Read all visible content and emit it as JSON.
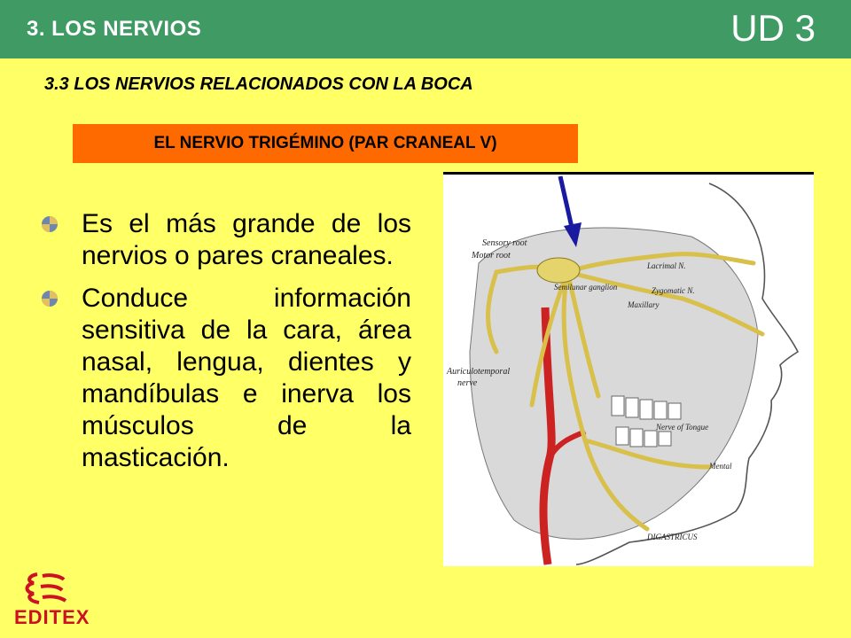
{
  "header": {
    "title": "3. LOS NERVIOS",
    "unit": "UD 3"
  },
  "subtitle": "3.3 LOS NERVIOS RELACIONADOS CON LA BOCA",
  "section_title": "EL NERVIO TRIGÉMINO (PAR CRANEAL V)",
  "bullets": [
    "Es el más grande de los nervios o pares craneales.",
    "Conduce información sensitiva de la cara, área nasal, lengua, dientes y mandíbulas e inerva los músculos de la masticación."
  ],
  "figure": {
    "labels": {
      "sensory_root": "Sensory root",
      "motor_root": "Motor root",
      "semilunar_ganglion": "Semilunar ganglion",
      "lacrimal": "Lacrimal N.",
      "zygomatic": "Zygomatic N.",
      "maxillary": "Maxillary",
      "auriculotemporal": "Auriculotemporal",
      "nerve": "nerve",
      "tongue": "Nerve of Tongue",
      "mental": "Mental",
      "digastricus": "DIGASTRICUS"
    }
  },
  "logo": {
    "text": "EDITEX"
  },
  "colors": {
    "header": "#3f9b63",
    "background": "#ffff66",
    "section": "#ff6a00",
    "logo": "#cc1122",
    "arrow": "#1a1aa0"
  }
}
